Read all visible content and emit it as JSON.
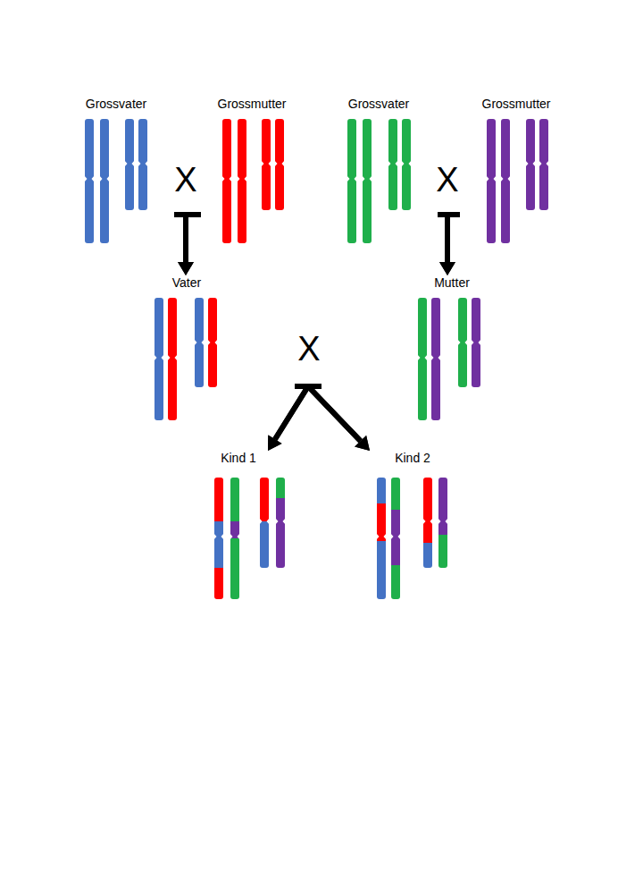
{
  "diagram": {
    "nodes": [
      {
        "text": [
          "Grossvater"
        ]
      },
      {
        "text": [
          "Grossmutter"
        ]
      },
      {
        "text": [
          "Grossvater"
        ]
      },
      {
        "text": [
          "Grossmutter"
        ]
      },
      {
        "text": [
          "Vater"
        ]
      },
      {
        "text": [
          "Mutter"
        ]
      },
      {
        "text": [
          "Kind 1"
        ]
      },
      {
        "text": [
          "Kind 2"
        ]
      }
    ],
    "edges": [
      {
        "from": 0,
        "to": 4,
        "arrow": "to"
      },
      {
        "from": 1,
        "to": 4,
        "arrow": "to"
      },
      {
        "from": 2,
        "to": 5,
        "arrow": "to"
      },
      {
        "from": 3,
        "to": 5,
        "arrow": "to"
      },
      {
        "from": 4,
        "to": 6,
        "arrow": "to"
      },
      {
        "from": 5,
        "to": 6,
        "arrow": "to"
      },
      {
        "from": 4,
        "to": 7,
        "arrow": "to"
      },
      {
        "from": 5,
        "to": 7,
        "arrow": "to"
      }
    ],
    "labels": [
      "X",
      "X",
      "X"
    ]
  }
}
